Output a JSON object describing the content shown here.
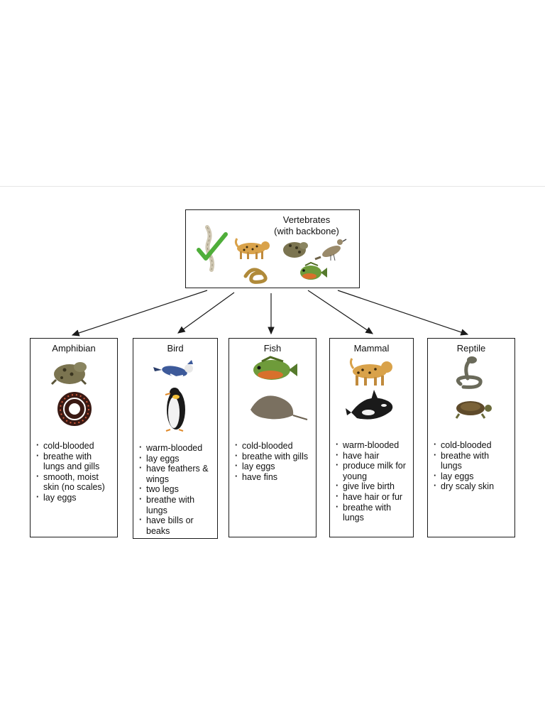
{
  "root": {
    "title": "Vertebrates",
    "subtitle": "(with backbone)",
    "icons": [
      "backbone-checkmark-icon",
      "leopard-icon",
      "toad-icon",
      "bird-icon",
      "snake-icon",
      "fish-icon"
    ]
  },
  "categories": [
    {
      "key": "amphibian",
      "title": "Amphibian",
      "icons": [
        "toad-icon",
        "coiled-amphibian-icon"
      ],
      "traits": [
        "cold-blooded",
        "breathe with lungs and gills",
        "smooth, moist skin (no scales)",
        "lay eggs"
      ]
    },
    {
      "key": "bird",
      "title": "Bird",
      "icons": [
        "blue-jay-icon",
        "penguin-icon"
      ],
      "traits": [
        "warm-blooded",
        "lay eggs",
        "have feathers & wings",
        "two legs",
        "breathe with lungs",
        "have bills or beaks"
      ]
    },
    {
      "key": "fish",
      "title": "Fish",
      "icons": [
        "sunfish-icon",
        "stingray-icon"
      ],
      "traits": [
        "cold-blooded",
        "breathe with gills",
        "lay eggs",
        "have fins"
      ]
    },
    {
      "key": "mammal",
      "title": "Mammal",
      "icons": [
        "leopard-icon",
        "orca-icon"
      ],
      "traits": [
        "warm-blooded",
        "have hair",
        "produce milk for young",
        "give live birth",
        "have hair or fur",
        "breathe with lungs"
      ]
    },
    {
      "key": "reptile",
      "title": "Reptile",
      "icons": [
        "cobra-icon",
        "turtle-icon"
      ],
      "traits": [
        "cold-blooded",
        "breathe with lungs",
        "lay eggs",
        "dry scaly skin"
      ]
    }
  ],
  "colors": {
    "border": "#1a1a1a",
    "checkmark": "#4fae3a",
    "leopard": "#d9a24a",
    "fish": "#6e9b3a",
    "ray": "#7a7060",
    "orca": "#1a1a1a",
    "turtle": "#5e4a2a"
  }
}
